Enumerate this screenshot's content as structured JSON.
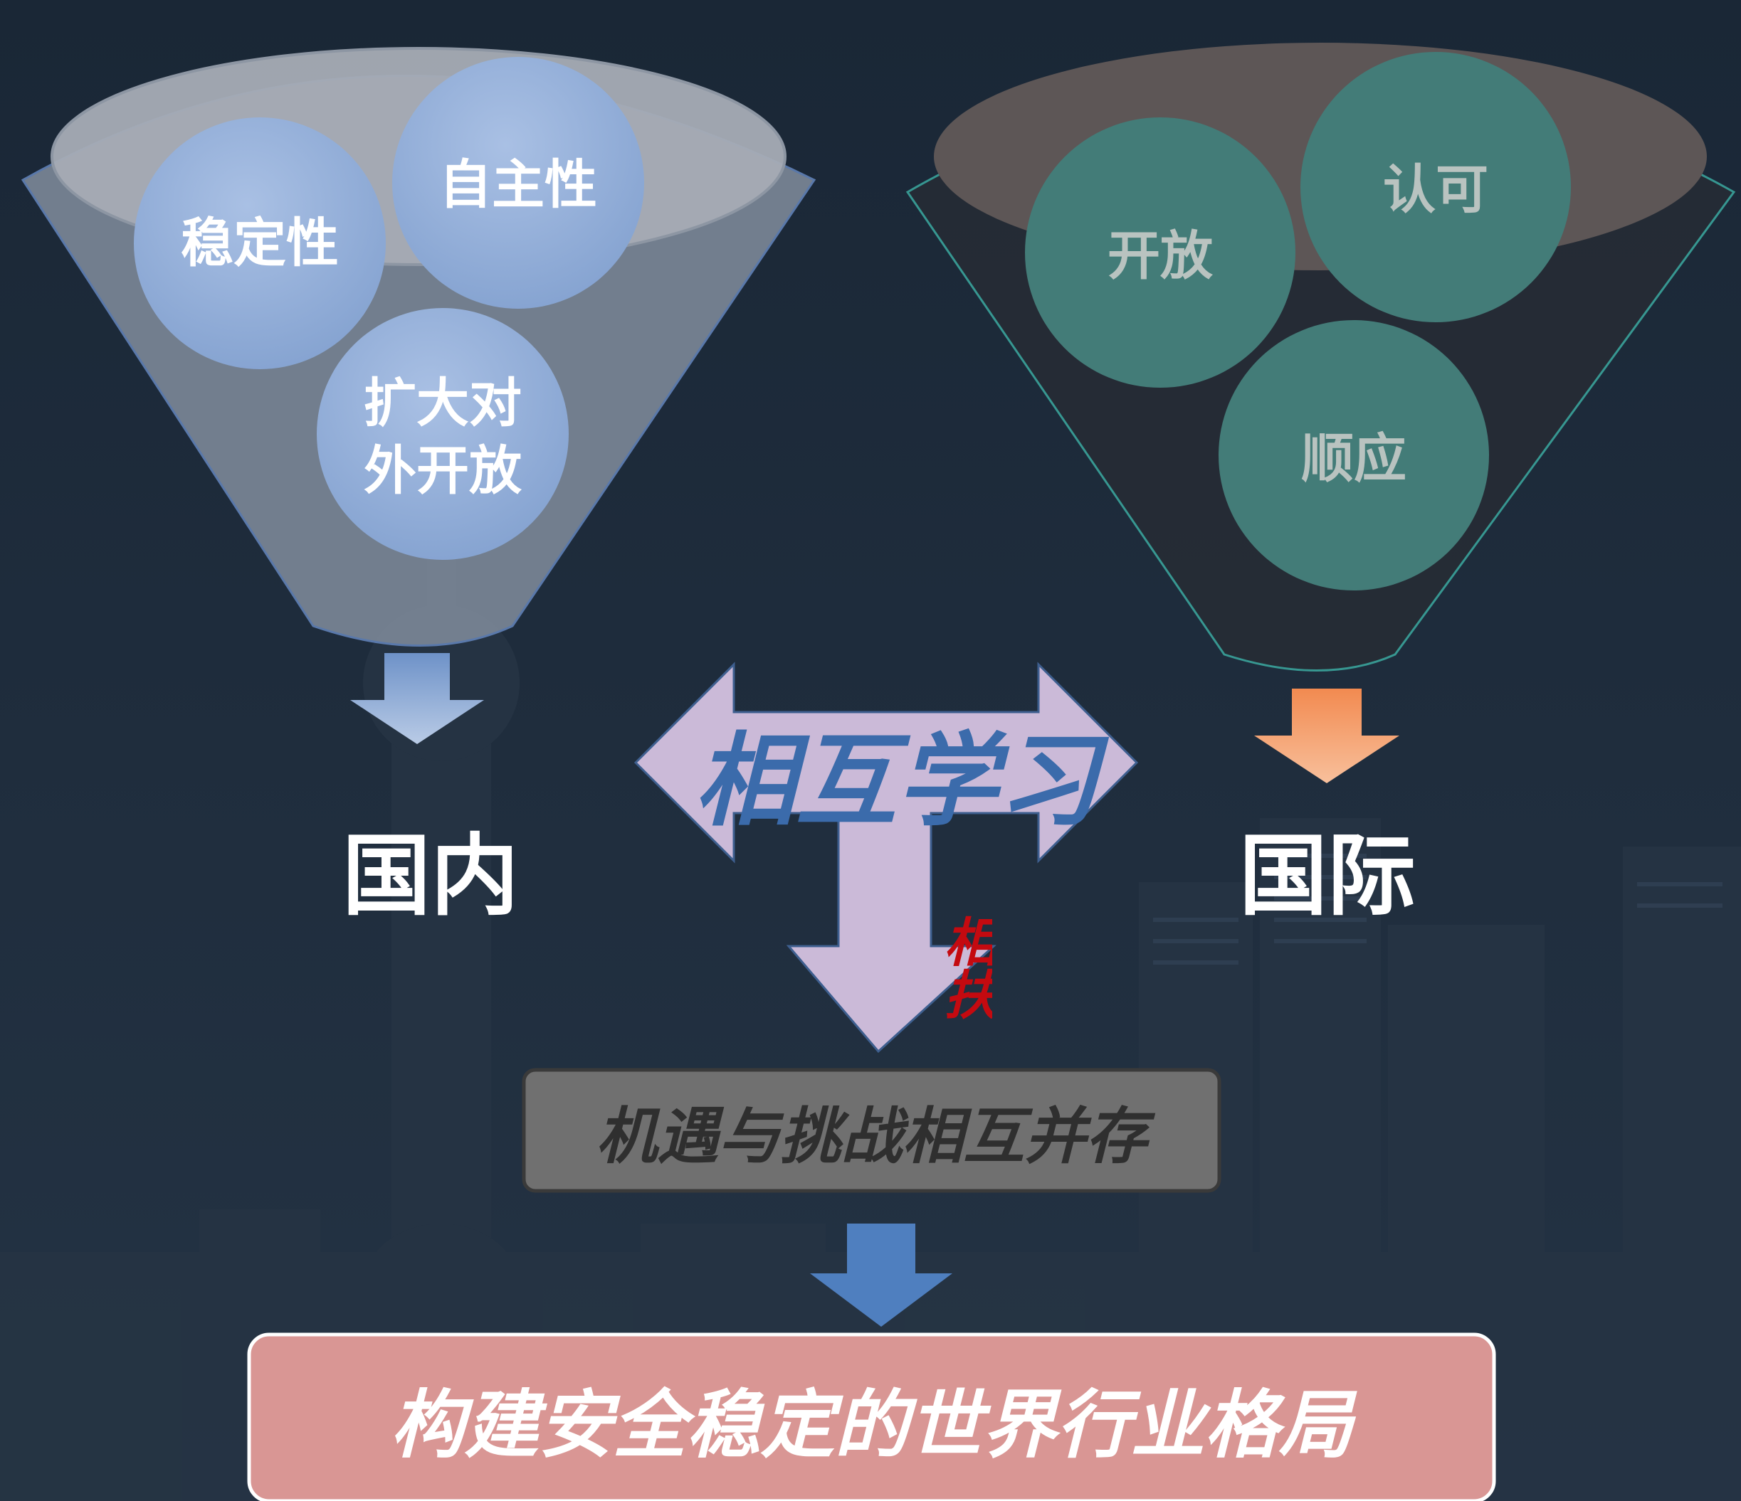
{
  "domestic": {
    "label": "国内",
    "circles": [
      "稳定性",
      "自主性",
      "扩大对外开放"
    ]
  },
  "international": {
    "label": "国际",
    "circles": [
      "开放",
      "认可",
      "顺应"
    ]
  },
  "exchange": {
    "label": "相互学习",
    "side_label": "相扶"
  },
  "outcome": {
    "box_label": "机遇与挑战相互并存",
    "goal_label": "构建安全稳定的世界行业格局"
  },
  "colors": {
    "blue_circle": "#8fa9d3",
    "teal_circle": "#437c78",
    "orange_arrow": "#f6a070",
    "exchange_arrow": "#cbbad8",
    "goal_box": "#d99694"
  }
}
